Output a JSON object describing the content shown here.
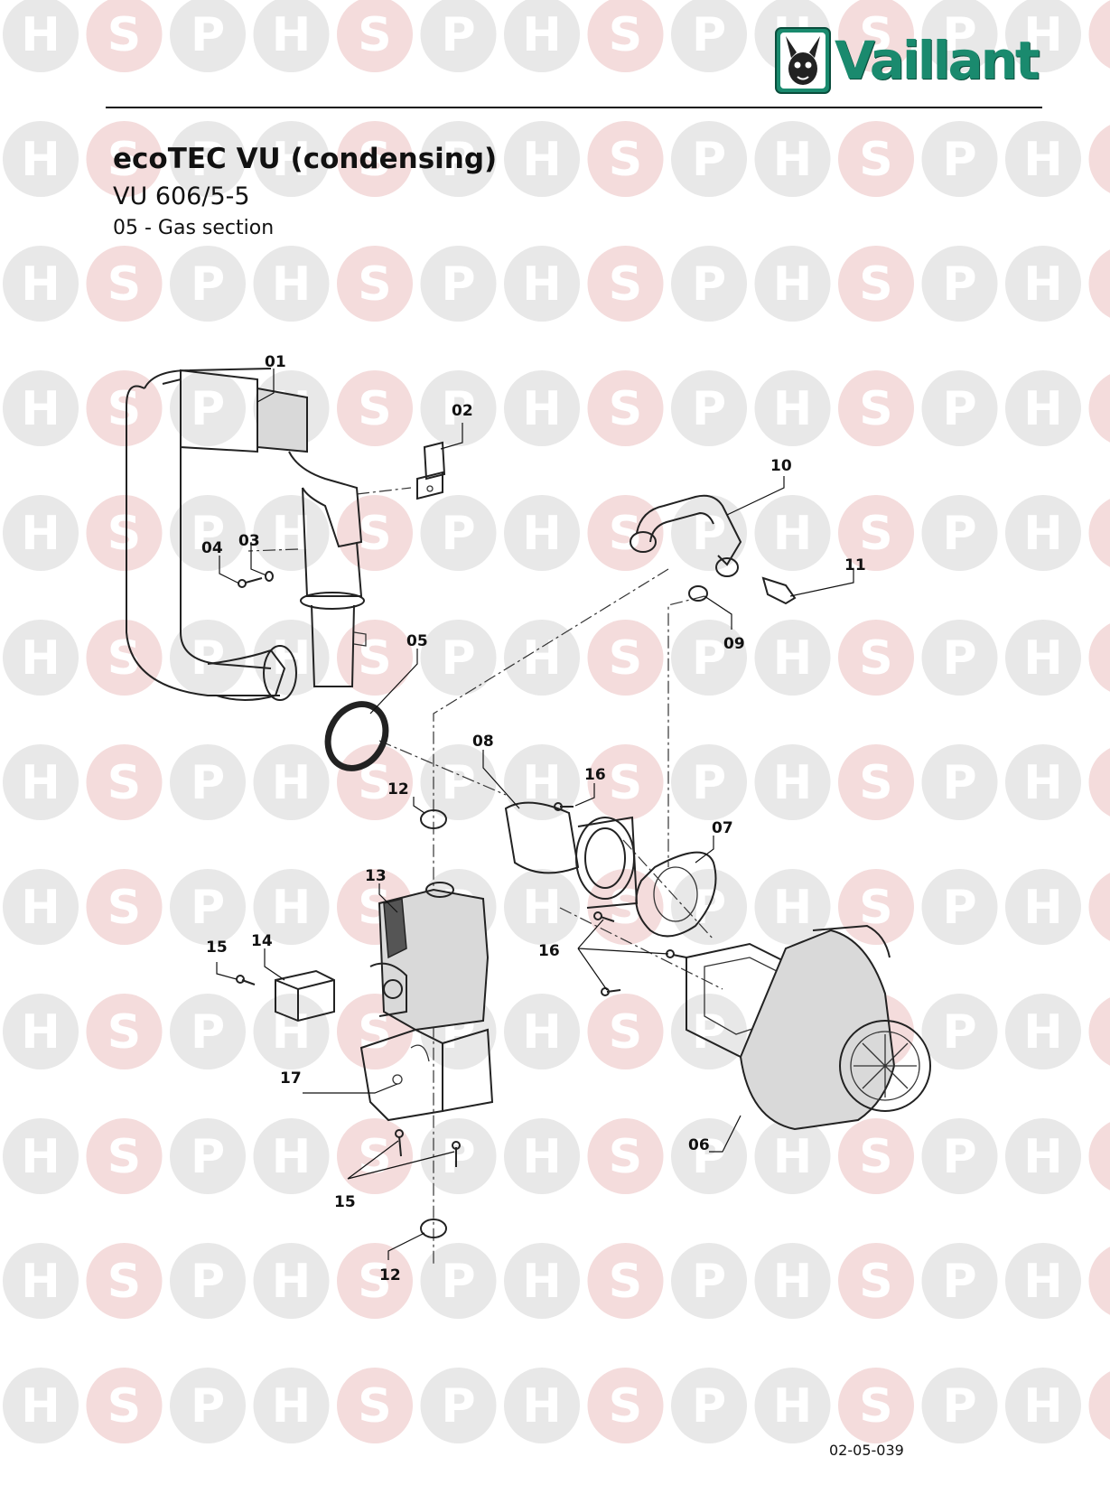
{
  "brand": {
    "name": "Vaillant",
    "color": "#1a8a6e"
  },
  "watermark": {
    "letters": [
      "H",
      "S",
      "P"
    ],
    "color_h": "#e8e8e8",
    "color_s": "#f4dcdc"
  },
  "header": {
    "title": "ecoTEC VU (condensing)",
    "model": "VU 606/5-5",
    "section": "05 - Gas section"
  },
  "diagram_code": "02-05-039",
  "callouts": {
    "c01": "01",
    "c02": "02",
    "c03": "03",
    "c04": "04",
    "c05": "05",
    "c06": "06",
    "c07": "07",
    "c08": "08",
    "c09": "09",
    "c10": "10",
    "c11": "11",
    "c12a": "12",
    "c12b": "12",
    "c13": "13",
    "c14": "14",
    "c15a": "15",
    "c15b": "15",
    "c16a": "16",
    "c16b": "16",
    "c17": "17"
  }
}
